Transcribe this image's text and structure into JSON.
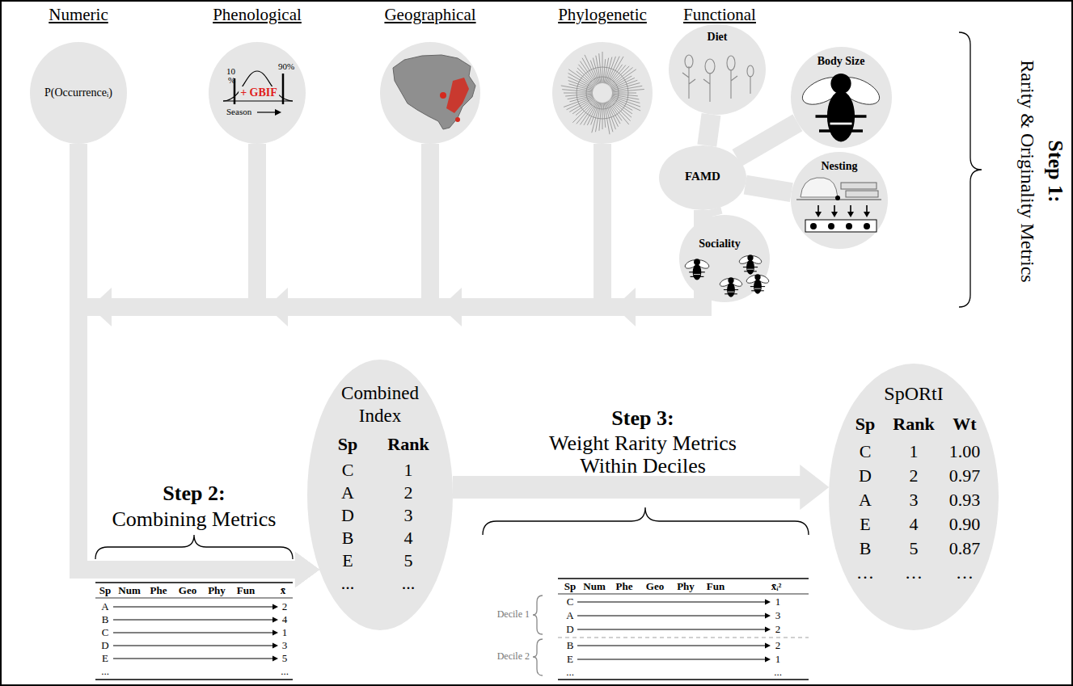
{
  "diagram": {
    "nodes": [
      {
        "text": [
          "Numeric",
          "P(Occurrenceᵢ)"
        ]
      },
      {
        "text": [
          "Phenological",
          "10",
          "%",
          "90%",
          "+ GBIF",
          "Season"
        ]
      },
      {
        "text": [
          "Geographical"
        ]
      },
      {
        "text": [
          "Phylogenetic"
        ]
      },
      {
        "text": [
          "Diet"
        ]
      },
      {
        "text": [
          "Body Size"
        ]
      },
      {
        "text": [
          "FAMD"
        ]
      },
      {
        "text": [
          "Nesting"
        ]
      },
      {
        "text": [
          "Sociality"
        ]
      },
      {
        "text": [
          "Combined Index",
          "Sp",
          "Rank",
          "C",
          "1",
          "A",
          "2",
          "D",
          "3",
          "B",
          "4",
          "E",
          "5",
          "...",
          "..."
        ]
      },
      {
        "text": [
          "SpORtI",
          "Sp",
          "Rank",
          "Wt",
          "C",
          "1",
          "1.00",
          "D",
          "2",
          "0.97",
          "A",
          "3",
          "0.93",
          "E",
          "4",
          "0.90",
          "B",
          "5",
          "0.87",
          "…",
          "…",
          "…"
        ]
      }
    ],
    "edges": [
      {
        "from": 4,
        "to": 6,
        "arrow": "none"
      },
      {
        "from": 5,
        "to": 6,
        "arrow": "none"
      },
      {
        "from": 7,
        "to": 6,
        "arrow": "none"
      },
      {
        "from": 8,
        "to": 6,
        "arrow": "none"
      },
      {
        "from": 6,
        "to": 9,
        "arrow": "to"
      },
      {
        "from": 3,
        "to": 9,
        "arrow": "to"
      },
      {
        "from": 2,
        "to": 9,
        "arrow": "to"
      },
      {
        "from": 1,
        "to": 9,
        "arrow": "to"
      },
      {
        "from": 0,
        "to": 9,
        "arrow": "to"
      },
      {
        "from": 9,
        "to": 10,
        "arrow": "to"
      }
    ],
    "labels": [
      "Functional",
      "Step 1:",
      "Rarity & Originality Metrics",
      "Step 2:",
      "Combining Metrics",
      "Sp",
      "Num",
      "Phe",
      "Geo",
      "Phy",
      "Fun",
      "x̄",
      "A",
      "2",
      "B",
      "4",
      "C",
      "1",
      "D",
      "3",
      "E",
      "5",
      "...",
      "...",
      "Step 3:",
      "Weight Rarity Metrics Within Deciles",
      "Sp",
      "Num",
      "Phe",
      "Geo",
      "Phy",
      "Fun",
      "x̄ᵢ²",
      "C",
      "1",
      "A",
      "3",
      "D",
      "2",
      "B",
      "2",
      "E",
      "1",
      "...",
      "...",
      "Decile 1",
      "Decile 2"
    ]
  }
}
